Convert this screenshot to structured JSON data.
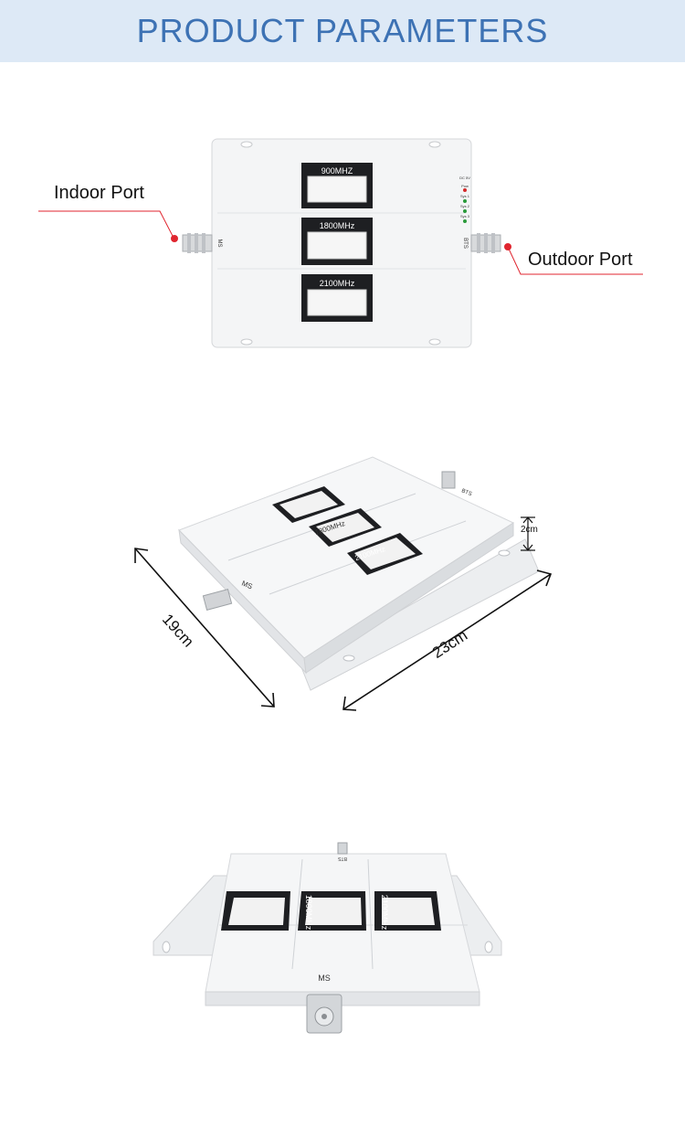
{
  "header": {
    "title": "PRODUCT PARAMETERS"
  },
  "front_view": {
    "indoor_label": "Indoor Port",
    "outdoor_label": "Outdoor Port",
    "panels": [
      "900MHZ",
      "1800MHz",
      "2100MHz"
    ],
    "port_left": "MS",
    "port_right": "BTS",
    "power_label": "DC 5V",
    "leds": [
      "Pow",
      "Sys 1",
      "Sys 2",
      "Sys 3"
    ]
  },
  "angle_view": {
    "depth": "19cm",
    "width": "23cm",
    "height": "2cm",
    "panels": [
      "1800MHz",
      "2100MHz"
    ],
    "port_label": "MS",
    "port_right": "BTS"
  },
  "bottom_view": {
    "port_label": "MS",
    "port_top": "BTS",
    "panels": [
      "1800MHz",
      "2100MHz"
    ]
  },
  "colors": {
    "banner_bg": "#dde9f6",
    "banner_text": "#3d72b4",
    "callout_red": "#e0252f"
  }
}
